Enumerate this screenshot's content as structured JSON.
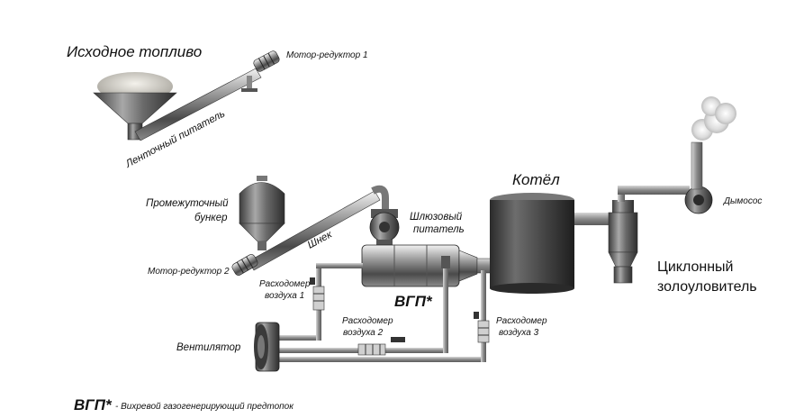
{
  "labels": {
    "source_fuel": "Исходное топливо",
    "motor_reducer_1": "Мотор-редуктор 1",
    "belt_feeder": "Ленточный питатель",
    "intermediate_bunker_line1": "Промежуточный",
    "intermediate_bunker_line2": "бункер",
    "screw": "Шнек",
    "motor_reducer_2": "Мотор-редуктор 2",
    "lock_feeder_line1": "Шлюзовый",
    "lock_feeder_line2": "питатель",
    "boiler": "Котёл",
    "smoke_exhauster": "Дымосос",
    "cyclone_line1": "Циклонный",
    "cyclone_line2": "золоуловитель",
    "flowmeter_1_line1": "Расходомер",
    "flowmeter_1_line2": "воздуха 1",
    "flowmeter_2_line1": "Расходомер",
    "flowmeter_2_line2": "воздуха 2",
    "flowmeter_3_line1": "Расходомер",
    "flowmeter_3_line2": "воздуха 3",
    "vgp": "ВГП*",
    "fan": "Вентилятор"
  },
  "footnote": {
    "abbr": "ВГП*",
    "text": "- Вихревой газогенерирующий предтопок"
  }
}
